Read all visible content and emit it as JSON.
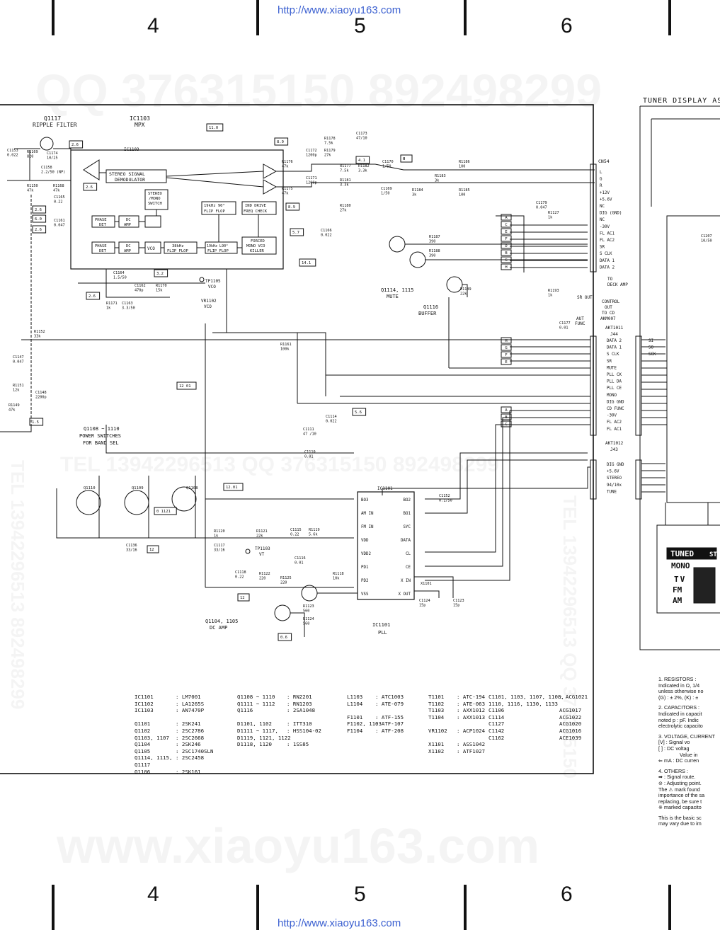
{
  "header": {
    "url_top": "http://www.xiaoyu163.com",
    "url_bottom": "http://www.xiaoyu163.com",
    "column_numbers": [
      "4",
      "5",
      "6"
    ]
  },
  "watermarks": {
    "qq_top": "QQ 376315150    892498299",
    "tel_middle": "TEL 13942296513    QQ 376315150  892498299",
    "site_bottom": "www.xiaoyu163.com",
    "tel_right_vertical": "TEL 13942296513  QQ 376315150",
    "tel_left_vertical": "TEL 13942296513  892498299"
  },
  "section": {
    "tuner_display": "TUNER DISPLAY AS"
  },
  "labels": {
    "q1117": "Q1117",
    "ripple_filter": "RIPPLE FILTER",
    "ic1103": "IC1103",
    "mpx": "MPX",
    "stereo_demod_1": "STEREO SIGNAL",
    "stereo_demod_2": "DEMODULATOR",
    "stereo_mono_1": "STEREO",
    "stereo_mono_2": "/MONO",
    "stereo_mono_3": "SWITCH",
    "phase_det": "PHASE",
    "det": "DET",
    "dc": "DC",
    "amp": "AMP",
    "vco": "VCO",
    "ff_19a": "19kHz 90°",
    "ff_19b": "FLIP FLOP",
    "ff_38a": "38kHz",
    "ff_19c": "19kHz L90°",
    "ind_drive": "IND DRIVE",
    "freq_check": "FREQ CHECK",
    "forced_mono": "FORCED",
    "mono_vco": "MONO VCO",
    "killer": "KILLER",
    "q1114_1115": "Q1114, 1115",
    "mute": "MUTE",
    "q1116": "Q1116",
    "buffer": "BUFFER",
    "tp1105": "TP1105",
    "vco_tp": "VCO",
    "vr1102": "VR1102",
    "q1108_1110": "Q1108 ~ 1110",
    "power_switches": "POWER SWITCHES",
    "for_band_sel": "FOR BAND SEL",
    "q1104_1105": "Q1104, 1105",
    "dc_amp": "DC AMP",
    "ic1101": "IC1101",
    "pll": "PLL",
    "tp1103": "TP1103",
    "vt": "VT",
    "to_deck_amp_1": "TO",
    "to_deck_amp_2": "DECK AMP",
    "control_out_1": "CONTROL",
    "control_out_2": "OUT",
    "control_out_3": "TO CD",
    "control_out_4": "AKM007",
    "aut_func_1": "AUT",
    "aut_func_2": "FUNC",
    "akt1011": "AKT1011",
    "j44": "J44",
    "akt1012": "AKT1012",
    "j43": "J43",
    "cn54": "CN54",
    "sr_out": "SR OUT"
  },
  "cn54_pins": [
    "L",
    "G",
    "R",
    "+12V",
    "+5.6V",
    "NC",
    "DIG (GND)",
    "NC",
    "-30V",
    "FL AC1",
    "FL AC2",
    "SR",
    "S CLK",
    "DATA 1",
    "DATA 2"
  ],
  "j44_pins": [
    "DATA 2",
    "DATA 1",
    "S CLK",
    "SR",
    "MUTE",
    "PLL CK",
    "PLL DA",
    "PLL CE",
    "MONO",
    "DIG GND",
    "CD FUNC",
    "-30V",
    "FL AC2",
    "FL AC1"
  ],
  "j43_pins": [
    "DIG GND",
    "+5.6V",
    "STEREO",
    "94/10x",
    "TUNE"
  ],
  "j44_right_pins": [
    "SI",
    "SO",
    "SCK"
  ],
  "ic1101_pins_left": [
    "BO3",
    "AM IN",
    "FM IN",
    "VDD",
    "VDD2",
    "PD1",
    "PD2",
    "VSS"
  ],
  "ic1101_pins_right": [
    "BO2",
    "BO1",
    "SYC",
    "DATA",
    "CL",
    "CE",
    "X IN",
    "X OUT"
  ],
  "letter_tags": [
    "A",
    "C",
    "E",
    "F",
    "D",
    "B",
    "G",
    "H"
  ],
  "components": [
    {
      "ref": "C1153",
      "val": "0.022"
    },
    {
      "ref": "R1169",
      "val": "820"
    },
    {
      "ref": "C1174",
      "val": "10/25"
    },
    {
      "ref": "C1158",
      "val": "2.2/50 (NP)"
    },
    {
      "ref": "R1150",
      "val": "47k"
    },
    {
      "ref": "R1168",
      "val": "47k"
    },
    {
      "ref": "C1165",
      "val": "0.22"
    },
    {
      "ref": "C1161",
      "val": "0.047"
    },
    {
      "ref": "C1173",
      "val": "47/10"
    },
    {
      "ref": "R1178",
      "val": "7.5k"
    },
    {
      "ref": "R1179",
      "val": "27k"
    },
    {
      "ref": "R1177",
      "val": "7.5k"
    },
    {
      "ref": "C1172",
      "val": "1200p"
    },
    {
      "ref": "C1171",
      "val": "1200p"
    },
    {
      "ref": "R1176",
      "val": "47k"
    },
    {
      "ref": "R1175",
      "val": "47k"
    },
    {
      "ref": "R1180",
      "val": "27k"
    },
    {
      "ref": "R1182",
      "val": "3.3k"
    },
    {
      "ref": "R1181",
      "val": "3.3k"
    },
    {
      "ref": "C1170",
      "val": "1/50"
    },
    {
      "ref": "C1169",
      "val": "1/50"
    },
    {
      "ref": "R1183",
      "val": "3k"
    },
    {
      "ref": "R1184",
      "val": "3k"
    },
    {
      "ref": "R1186",
      "val": "100"
    },
    {
      "ref": "R1185",
      "val": "100"
    },
    {
      "ref": "C1166",
      "val": "0.022"
    },
    {
      "ref": "C1179",
      "val": "0.047"
    },
    {
      "ref": "R1127",
      "val": "1k"
    },
    {
      "ref": "R1187",
      "val": "390"
    },
    {
      "ref": "R1188",
      "val": "390"
    },
    {
      "ref": "R1189",
      "val": "22k"
    },
    {
      "ref": "R1193",
      "val": "1k"
    },
    {
      "ref": "C1177",
      "val": "0.01"
    },
    {
      "ref": "C1164",
      "val": "1.5/50"
    },
    {
      "ref": "C1162",
      "val": "470p"
    },
    {
      "ref": "R1170",
      "val": "15k"
    },
    {
      "ref": "R1171",
      "val": "1k"
    },
    {
      "ref": "C1163",
      "val": "3.3/50"
    },
    {
      "ref": "R1152",
      "val": "33k"
    },
    {
      "ref": "C1147",
      "val": "0.047"
    },
    {
      "ref": "R1151",
      "val": "12k"
    },
    {
      "ref": "C1148",
      "val": "2200p"
    },
    {
      "ref": "R1149",
      "val": "47k"
    },
    {
      "ref": "R1161",
      "val": "100k"
    },
    {
      "ref": "C1114",
      "val": "0.022"
    },
    {
      "ref": "C1111",
      "val": "47 /10"
    },
    {
      "ref": "C1110",
      "val": "0.01"
    },
    {
      "ref": "C1152",
      "val": "0.1/50"
    },
    {
      "ref": "R1120",
      "val": "1k"
    },
    {
      "ref": "C1117",
      "val": "33/16"
    },
    {
      "ref": "R1121",
      "val": "22k"
    },
    {
      "ref": "C1115",
      "val": "0.22"
    },
    {
      "ref": "R1119",
      "val": "5.6k"
    },
    {
      "ref": "C1116",
      "val": "0.01"
    },
    {
      "ref": "C1118",
      "val": "0.22"
    },
    {
      "ref": "R1122",
      "val": "220"
    },
    {
      "ref": "R1125",
      "val": "220"
    },
    {
      "ref": "R1118",
      "val": "10k"
    },
    {
      "ref": "R1123",
      "val": "560"
    },
    {
      "ref": "R1124",
      "val": "560"
    },
    {
      "ref": "C1136",
      "val": "33/16"
    },
    {
      "ref": "C1124",
      "val": "15p"
    },
    {
      "ref": "C1123",
      "val": "15p"
    },
    {
      "ref": "X1101",
      "val": ""
    },
    {
      "ref": "C1207",
      "val": "10/50"
    }
  ],
  "test_voltages": [
    "2.6",
    "11.0",
    "8.9",
    "4.1",
    "0",
    "2.6",
    "2.6",
    "6.0",
    "2.6",
    "8.9",
    "5.7",
    "3.2",
    "2.6",
    "14.1",
    "0 1121",
    "5.6",
    "1.5",
    "12 01",
    "12.01",
    "12",
    "12",
    "0.6",
    "0"
  ],
  "parts_list": {
    "col1": [
      "IC1101",
      "IC1102",
      "IC1103",
      "",
      "Q1101",
      "Q1102",
      "Q1103, 1107",
      "Q1104",
      "Q1105",
      "Q1114, 1115,",
      "Q1117",
      "Q1106"
    ],
    "col2": [
      ": LM7001",
      ": LA1265S",
      ": AN7470P",
      "",
      ": 2SK241",
      ": 2SC2786",
      ": 2SC2668",
      ": 2SK246",
      ": 2SC1740SLN",
      ": 2SC2458",
      "",
      ": 2SK161"
    ],
    "col3": [
      "Q1108 ~ 1110",
      "Q1111 ~ 1112",
      "Q1116",
      "",
      "D1101, 1102",
      "D1111 ~ 1117,",
      "D1119, 1121, 1122",
      "D1118, 1120"
    ],
    "col4": [
      ": RN2201",
      ": RN1203",
      ": 2SA1048",
      "",
      ": ITT310",
      ": HSS104-02",
      "",
      ": 1SS85"
    ],
    "col5": [
      "L1103",
      "L1104",
      "",
      "F1101",
      "F1102, 1103",
      "F1104"
    ],
    "col6": [
      ": ATC1003",
      ": ATE-079",
      "",
      ": ATF-155",
      ": ATF-107",
      ": ATF-208"
    ],
    "col7": [
      "T1101",
      "T1102",
      "T1103",
      "T1104",
      "",
      "VR1102",
      "",
      "X1101",
      "X1102"
    ],
    "col8": [
      ": ATC-194",
      ": ATE-063",
      ": AXX1012",
      ": AXX1013",
      "",
      ": ACP1024",
      "",
      ": ASS1042",
      ": ATF1027"
    ],
    "col9": [
      "C1101, 1103, 1107, 1108,",
      "1110, 1116, 1130, 1133",
      "C1106",
      "C1114",
      "C1127",
      "C1142",
      "C1162"
    ],
    "col10": [
      ": ACG1021",
      "",
      "ACG1017",
      "ACG1022",
      "ACG1020",
      "ACG1016",
      "ACE1039"
    ]
  },
  "display": {
    "tuned": "TUNED",
    "st": "STE",
    "mono": "MONO",
    "tv": "TV",
    "fm": "FM",
    "am": "AM"
  },
  "notes": {
    "n1_title": "1. RESISTORS :",
    "n1_a": "Indicated in Ω, 1/4",
    "n1_b": "unless otherwise no",
    "n1_c": "(G) : ± 2%, (K) : ±",
    "n2_title": "2. CAPACITORS :",
    "n2_a": "Indicated in capacit",
    "n2_b": "noted p : pF. Indic",
    "n2_c": "electrolytic capacito",
    "n3_title": "3. VOLTAGE, CURRENT",
    "n3_a": "[V] : Signal vo",
    "n3_b": "[  ] : DC voltag",
    "n3_c": "Value in",
    "n3_d": "⇐ mA : DC curren",
    "n4_title": "4. OTHERS :",
    "n4_a": "➡ : Signal route.",
    "n4_b": "⊘ : Adjusting point.",
    "n4_c": "The ⚠ mark found",
    "n4_d": "importance of the sa",
    "n4_e": "replacing, be sure t",
    "n4_f": "※ marked capacito",
    "n4_g": "This is the basic sc",
    "n4_h": "may vary due to im"
  }
}
